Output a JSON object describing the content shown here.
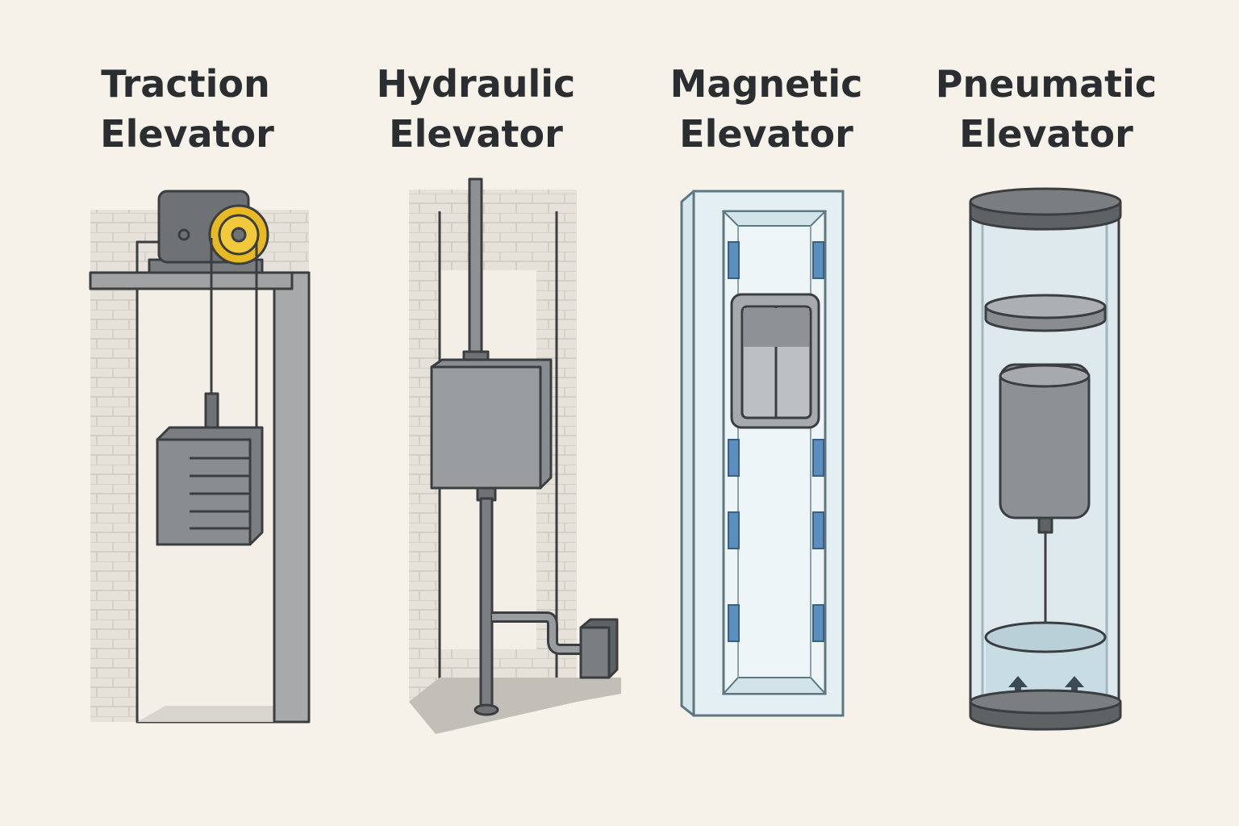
{
  "panels": [
    {
      "line1": "Traction",
      "line2": "Elevator"
    },
    {
      "line1": "Hydraulic",
      "line2": "Elevator"
    },
    {
      "line1": "Magnetic",
      "line2": "Elevator"
    },
    {
      "line1": "Pneumatic",
      "line2": "Elevator"
    }
  ],
  "colors": {
    "background": "#f6f2ea",
    "pulley": "#e8b923",
    "magnet": "#5a8fc0",
    "metal": "#8e9194"
  }
}
